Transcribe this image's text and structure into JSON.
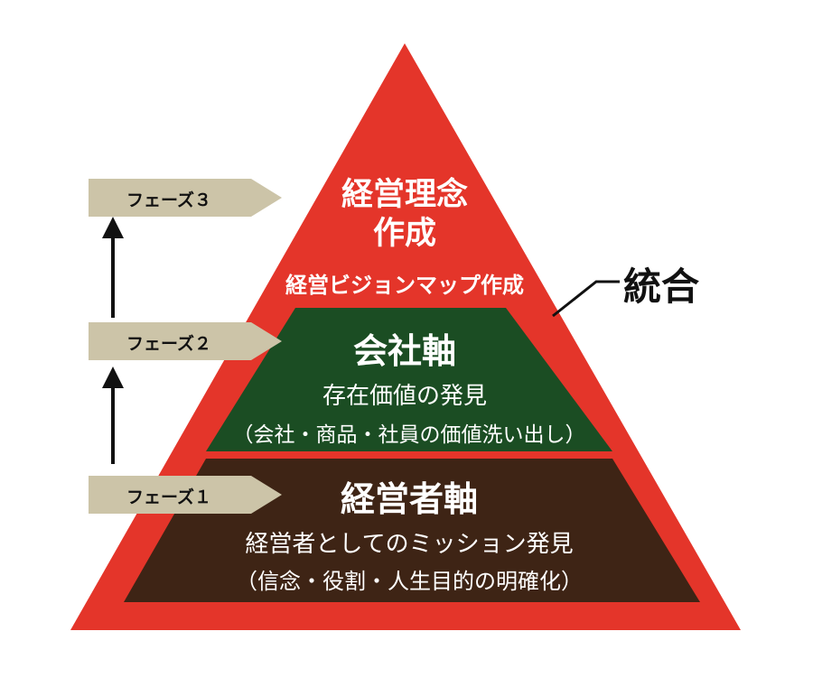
{
  "colors": {
    "pyramid_red": "#e4352a",
    "middle_green": "#1b4d23",
    "bottom_brown": "#3e2415",
    "phase_tag": "#ccc4a8",
    "arrow": "#111111",
    "text_light": "#ffffff",
    "text_dark": "#111111"
  },
  "phases": [
    {
      "label": "フェーズ３"
    },
    {
      "label": "フェーズ２"
    },
    {
      "label": "フェーズ１"
    }
  ],
  "top": {
    "title_line1": "経営理念",
    "title_line2": "作成",
    "sub": "経営ビジョンマップ作成"
  },
  "middle": {
    "title": "会社軸",
    "text": "存在価値の発見",
    "note": "（会社・商品・社員の価値洗い出し）"
  },
  "bottom": {
    "title": "経営者軸",
    "text": "経営者としてのミッション発見",
    "note": "（信念・役割・人生目的の明確化）"
  },
  "integration_label": "統合"
}
